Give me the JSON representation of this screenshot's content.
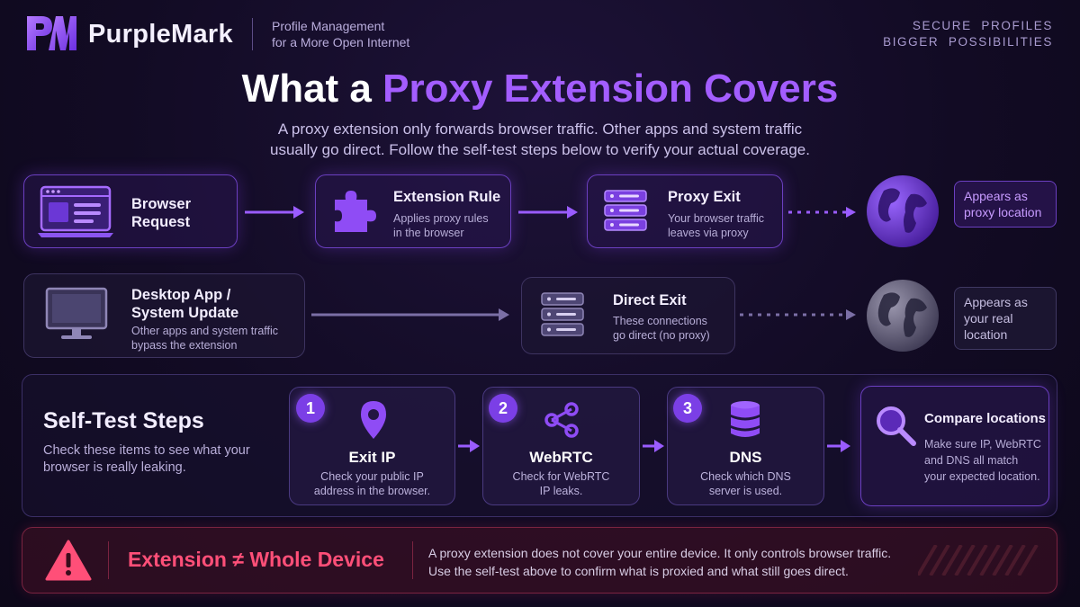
{
  "header": {
    "brand": "PurpleMark",
    "tagline_line1": "Profile Management",
    "tagline_line2": "for a More Open Internet",
    "slogan_line1": "SECURE  PROFILES",
    "slogan_line2": "BIGGER  POSSIBILITIES"
  },
  "hero": {
    "title_prefix": "What a ",
    "title_highlight": "Proxy Extension Covers",
    "subtitle_line1": "A proxy extension only forwards browser traffic. Other apps and system traffic",
    "subtitle_line2": "usually go direct. Follow the self-test steps below to verify your actual coverage."
  },
  "flow_proxy": {
    "browser_title_line1": "Browser",
    "browser_title_line2": "Request",
    "rule_title": "Extension Rule",
    "rule_desc_line1": "Applies proxy rules",
    "rule_desc_line2": "in the browser",
    "exit_title": "Proxy Exit",
    "exit_desc_line1": "Your browser traffic",
    "exit_desc_line2": "leaves via proxy",
    "result_line1": "Appears as",
    "result_line2": "proxy location"
  },
  "flow_direct": {
    "app_title_line1": "Desktop App /",
    "app_title_line2": "System Update",
    "app_desc_line1": "Other apps and system traffic",
    "app_desc_line2": "bypass the extension",
    "exit_title": "Direct Exit",
    "exit_desc_line1": "These connections",
    "exit_desc_line2": "go direct (no proxy)",
    "result_line1": "Appears as",
    "result_line2": "your real location"
  },
  "self_test": {
    "title": "Self-Test Steps",
    "desc_line1": "Check these items to see what your",
    "desc_line2": "browser is really leaking.",
    "steps": [
      {
        "num": "1",
        "title": "Exit IP",
        "desc_line1": "Check your public IP",
        "desc_line2": "address in the browser.",
        "icon": "location-pin-icon"
      },
      {
        "num": "2",
        "title": "WebRTC",
        "desc_line1": "Check for WebRTC",
        "desc_line2": "IP leaks.",
        "icon": "share-nodes-icon"
      },
      {
        "num": "3",
        "title": "DNS",
        "desc_line1": "Check which DNS",
        "desc_line2": "server is used.",
        "icon": "database-icon"
      }
    ],
    "compare_title": "Compare locations",
    "compare_desc_line1": "Make sure IP, WebRTC",
    "compare_desc_line2": "and DNS all match",
    "compare_desc_line3": "your expected location."
  },
  "warning": {
    "title": "Extension ≠ Whole Device",
    "desc_line1": "A proxy extension does not cover your entire device. It only controls browser traffic.",
    "desc_line2": "Use the self-test above to confirm what is proxied and what still goes direct."
  },
  "colors": {
    "accent": "#a35dff",
    "warning": "#ff4f78",
    "background": "#120b24"
  }
}
